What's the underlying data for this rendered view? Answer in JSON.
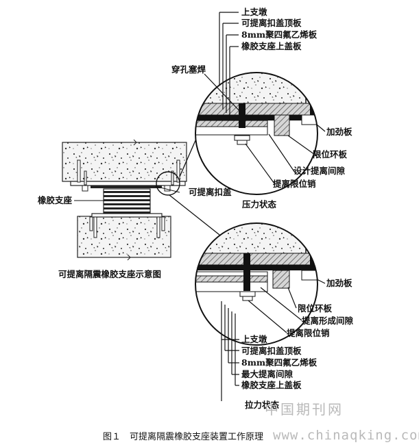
{
  "top_labels": [
    "上支墩",
    "可提离扣盖顶板",
    "8mm聚四氟乙烯板",
    "橡胶支座上盖板"
  ],
  "top_side_labels": {
    "weld": "穿孔塞焊",
    "stiffener": "加劲板",
    "ring": "限位环板",
    "gap": "设计提离间隙",
    "pin": "提离限位销"
  },
  "left_labels": {
    "bearing": "橡胶支座",
    "cover": "可提离扣盖",
    "state_pressure": "压力状态",
    "schematic_title": "可提离隔震橡胶支座示意图"
  },
  "bottom_side_labels": {
    "stiffener": "加劲板",
    "ring": "限位环板",
    "gap": "提离形成间隙",
    "pin": "提离限位销"
  },
  "bottom_labels": [
    "上支墩",
    "可提离扣盖顶板",
    "8mm聚四氟乙烯板",
    "最大提离间隙",
    "橡胶支座上盖板"
  ],
  "state_tension": "拉力状态",
  "caption": "图１　可提离隔震橡胶支座装置工作原理",
  "watermark": {
    "cn": "中国期刊网",
    "url": "www.chinaqking.com"
  }
}
